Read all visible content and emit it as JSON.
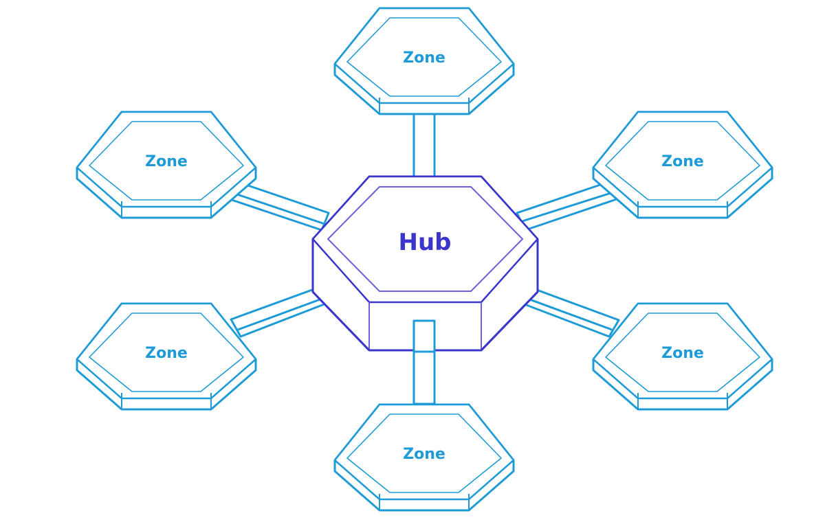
{
  "colors": {
    "zone_stroke": "#1E9BD7",
    "hub_stroke": "#3A36CC",
    "hub_inner_stroke": "#6A60DC",
    "hub_text": "#3A36CC",
    "zone_text": "#1E9BD7",
    "background": "#FFFFFF"
  },
  "hub": {
    "label": "Hub"
  },
  "zones": [
    {
      "id": "zone-top",
      "label": "Zone"
    },
    {
      "id": "zone-upper-left",
      "label": "Zone"
    },
    {
      "id": "zone-upper-right",
      "label": "Zone"
    },
    {
      "id": "zone-lower-left",
      "label": "Zone"
    },
    {
      "id": "zone-lower-right",
      "label": "Zone"
    },
    {
      "id": "zone-bottom",
      "label": "Zone"
    }
  ]
}
